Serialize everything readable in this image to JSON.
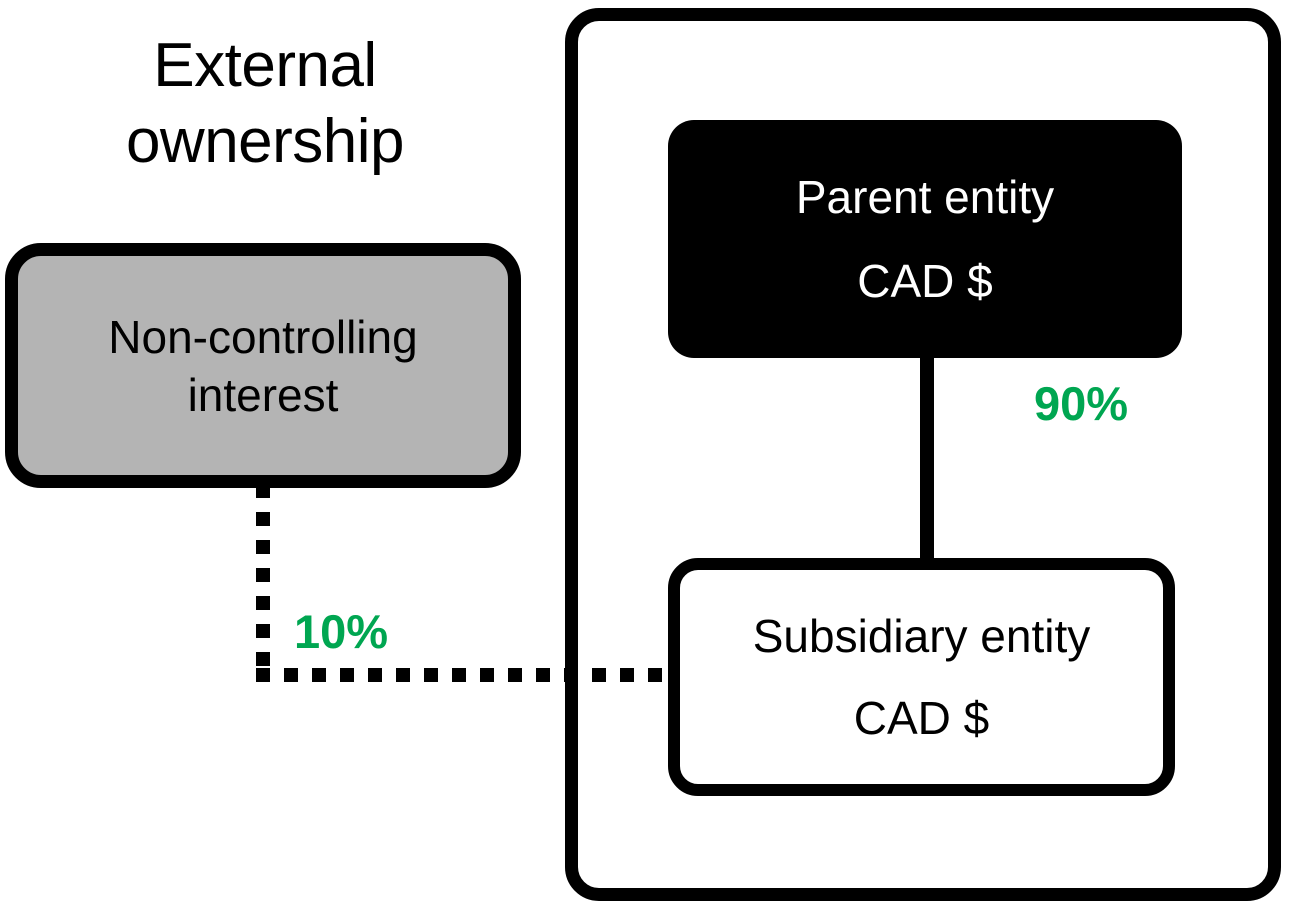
{
  "diagram": {
    "title": "External\nownership",
    "colors": {
      "accent_green": "#00a651",
      "nci_fill": "#b4b4b4",
      "parent_fill": "#000000",
      "subsidiary_fill": "#ffffff",
      "stroke": "#000000"
    },
    "nodes": [
      {
        "id": "non-controlling-interest",
        "line1": "Non-controlling",
        "line2": "interest"
      },
      {
        "id": "parent-entity",
        "line1": "Parent entity",
        "line2": "CAD $"
      },
      {
        "id": "subsidiary-entity",
        "line1": "Subsidiary entity",
        "line2": "CAD $"
      }
    ],
    "edges": [
      {
        "id": "parent-to-subsidiary",
        "label": "90%",
        "style": "solid"
      },
      {
        "id": "nci-to-subsidiary",
        "label": "10%",
        "style": "dotted"
      }
    ]
  }
}
